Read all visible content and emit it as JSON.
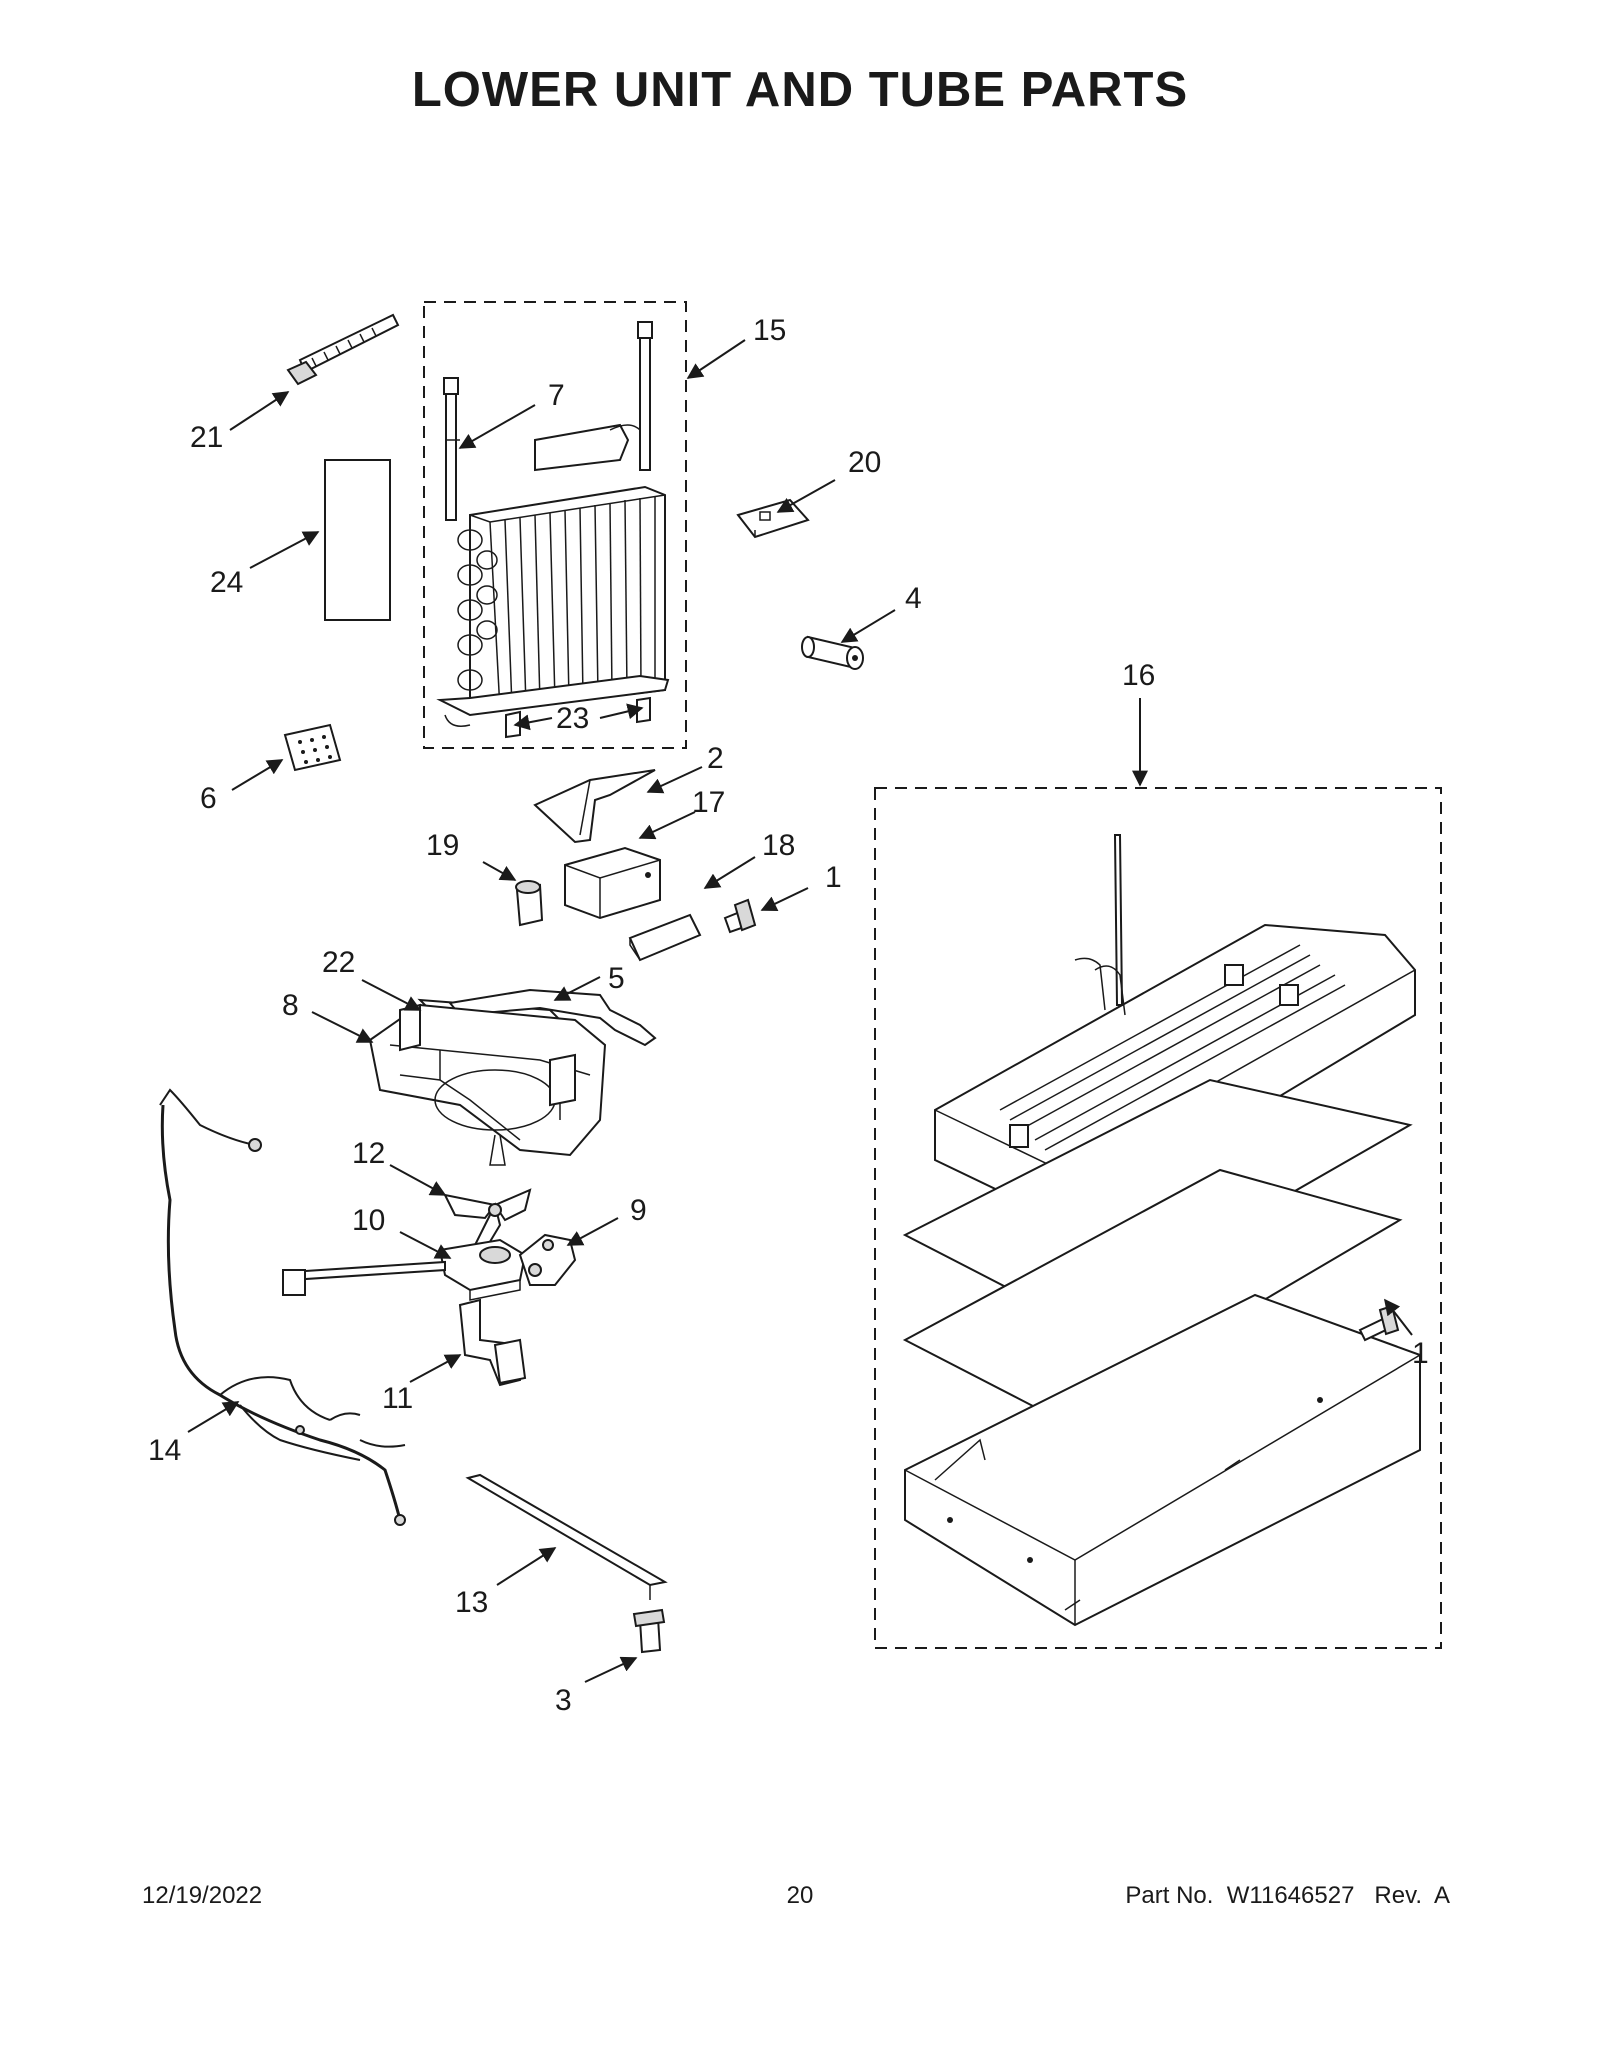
{
  "page": {
    "title": "LOWER UNIT AND TUBE PARTS",
    "date": "12/19/2022",
    "page_number": "20",
    "part_number": "Part No.  W11646527   Rev.  A"
  },
  "callouts": {
    "c1a": "1",
    "c1b": "1",
    "c2": "2",
    "c3": "3",
    "c4": "4",
    "c5": "5",
    "c6": "6",
    "c7": "7",
    "c8": "8",
    "c9": "9",
    "c10": "10",
    "c11": "11",
    "c12": "12",
    "c13": "13",
    "c14": "14",
    "c15": "15",
    "c16": "16",
    "c17": "17",
    "c18": "18",
    "c19": "19",
    "c20": "20",
    "c21": "21",
    "c22": "22",
    "c23": "23",
    "c24": "24"
  }
}
